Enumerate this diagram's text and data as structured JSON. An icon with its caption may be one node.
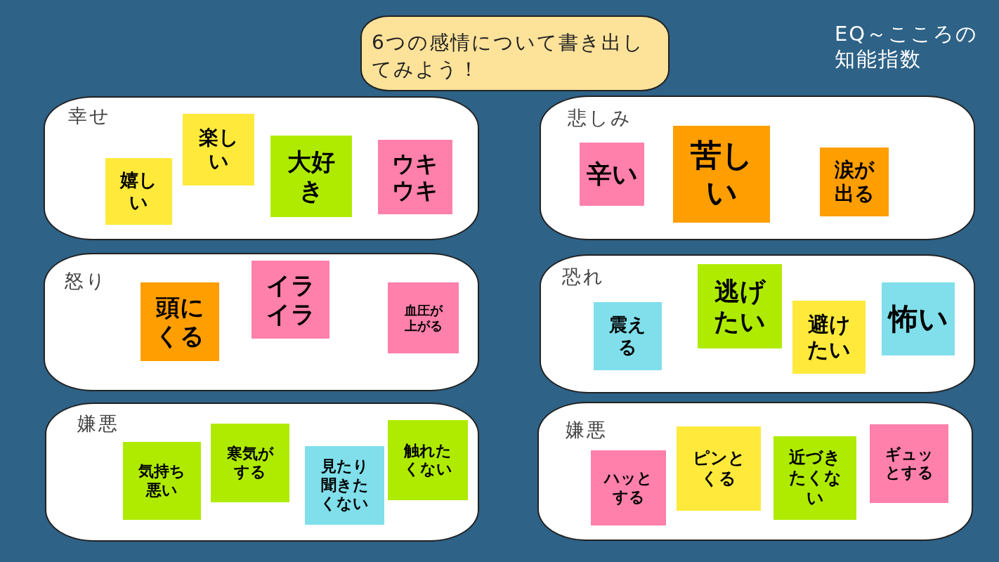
{
  "diagram": {
    "title": "EQ～こころの知能指数",
    "nodes": [
      {
        "text": [
          "6つの感情について書き出してみよう！"
        ]
      },
      {
        "text": [
          "幸せ"
        ]
      },
      {
        "text": [
          "嬉しい"
        ],
        "in": 1
      },
      {
        "text": [
          "楽しい"
        ],
        "in": 1
      },
      {
        "text": [
          "大好き"
        ],
        "in": 1
      },
      {
        "text": [
          "ウキウキ"
        ],
        "in": 1
      },
      {
        "text": [
          "悲しみ"
        ]
      },
      {
        "text": [
          "辛い"
        ],
        "in": 6
      },
      {
        "text": [
          "苦しい"
        ],
        "in": 6
      },
      {
        "text": [
          "涙が出る"
        ],
        "in": 6
      },
      {
        "text": [
          "怒り"
        ]
      },
      {
        "text": [
          "頭にくる"
        ],
        "in": 10
      },
      {
        "text": [
          "イライラ"
        ],
        "in": 10
      },
      {
        "text": [
          "血圧が上がる"
        ],
        "in": 10
      },
      {
        "text": [
          "恐れ"
        ]
      },
      {
        "text": [
          "震える"
        ],
        "in": 14
      },
      {
        "text": [
          "逃げたい"
        ],
        "in": 14
      },
      {
        "text": [
          "避けたい"
        ],
        "in": 14
      },
      {
        "text": [
          "怖い"
        ],
        "in": 14
      },
      {
        "text": [
          "嫌悪"
        ]
      },
      {
        "text": [
          "気持ち悪い"
        ],
        "in": 19
      },
      {
        "text": [
          "寒気がする"
        ],
        "in": 19
      },
      {
        "text": [
          "見たり聞きたくない"
        ],
        "in": 19
      },
      {
        "text": [
          "触れたくない"
        ],
        "in": 19
      },
      {
        "text": [
          "嫌悪"
        ]
      },
      {
        "text": [
          "ハッとする"
        ],
        "in": 24
      },
      {
        "text": [
          "ピンとくる"
        ],
        "in": 24
      },
      {
        "text": [
          "近づきたくない"
        ],
        "in": 24
      },
      {
        "text": [
          "ギュッとする"
        ],
        "in": 24
      }
    ],
    "edges": []
  }
}
